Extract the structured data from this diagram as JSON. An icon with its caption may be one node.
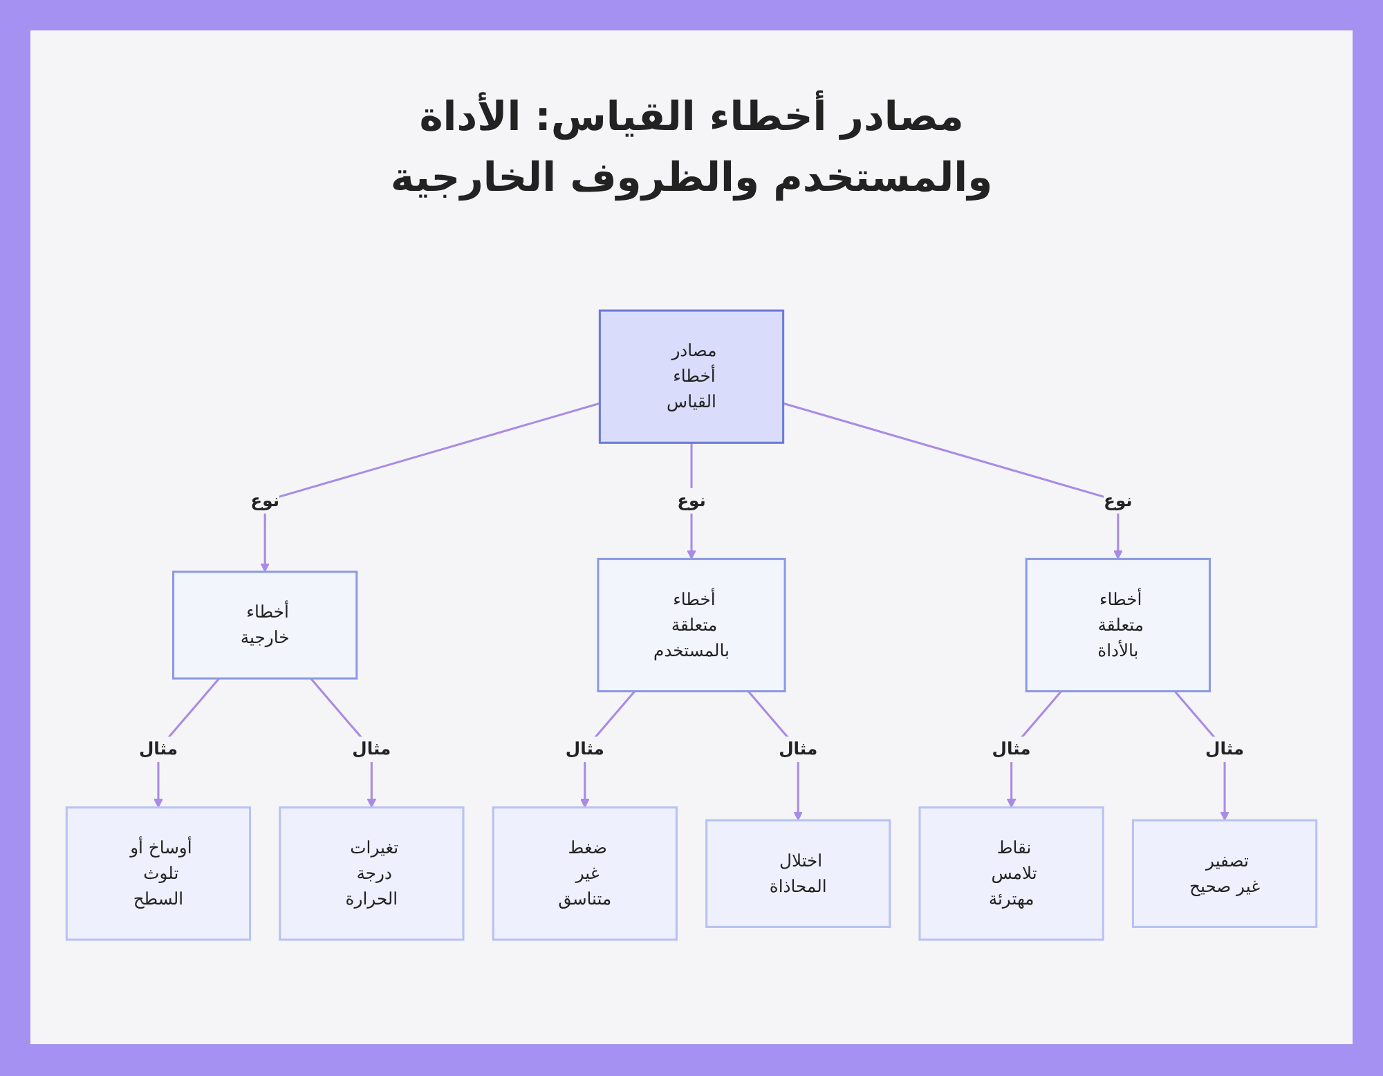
{
  "diagram": {
    "title": "مصادر أخطاء القياس: الأداة والمستخدم والظروف الخارجية",
    "nodes": [
      {
        "text": [
          "مصادر أخطاء القياس"
        ]
      },
      {
        "text": [
          "أخطاء متعلقة بالأداة"
        ]
      },
      {
        "text": [
          "أخطاء متعلقة بالمستخدم"
        ]
      },
      {
        "text": [
          "أخطاء خارجية"
        ]
      },
      {
        "text": [
          "تصفير غير صحيح"
        ]
      },
      {
        "text": [
          "نقاط تلامس مهترئة"
        ]
      },
      {
        "text": [
          "اختلال المحاذاة"
        ]
      },
      {
        "text": [
          "ضغط غير متناسق"
        ]
      },
      {
        "text": [
          "تغيرات درجة الحرارة"
        ]
      },
      {
        "text": [
          "أوساخ أو تلوث السطح"
        ]
      }
    ],
    "edges": [
      {
        "from": 0,
        "to": 1,
        "arrow": "to",
        "label": "نوع"
      },
      {
        "from": 0,
        "to": 2,
        "arrow": "to",
        "label": "نوع"
      },
      {
        "from": 0,
        "to": 3,
        "arrow": "to",
        "label": "نوع"
      },
      {
        "from": 1,
        "to": 4,
        "arrow": "to",
        "label": "مثال"
      },
      {
        "from": 1,
        "to": 5,
        "arrow": "to",
        "label": "مثال"
      },
      {
        "from": 2,
        "to": 6,
        "arrow": "to",
        "label": "مثال"
      },
      {
        "from": 2,
        "to": 7,
        "arrow": "to",
        "label": "مثال"
      },
      {
        "from": 3,
        "to": 8,
        "arrow": "to",
        "label": "مثال"
      },
      {
        "from": 3,
        "to": 9,
        "arrow": "to",
        "label": "مثال"
      }
    ]
  }
}
